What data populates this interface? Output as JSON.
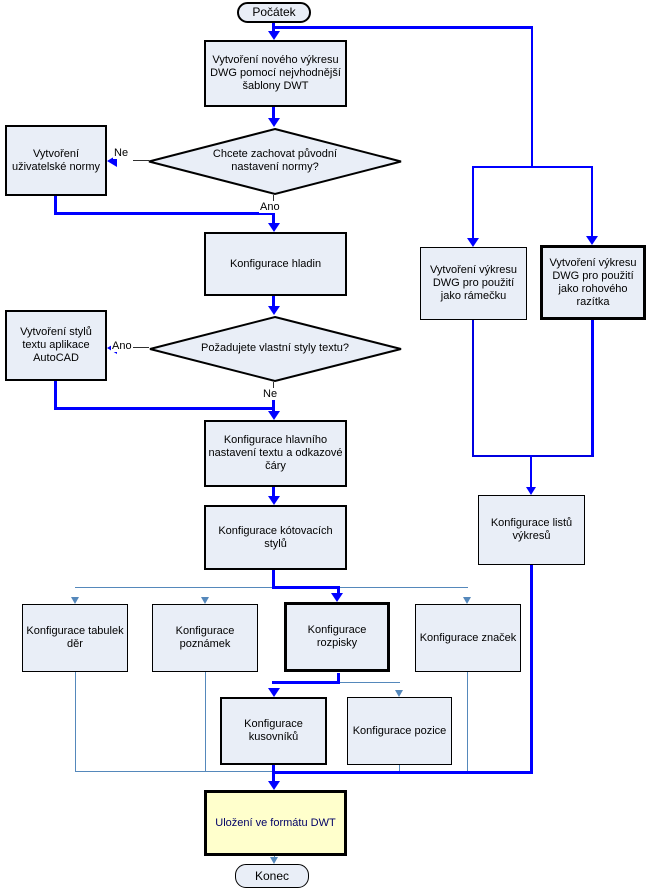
{
  "nodes": {
    "start": {
      "label": "Počátek",
      "type": "terminator"
    },
    "create_new_dwg": {
      "label": "Vytvoření nového výkresu DWG pomocí nejvhodnější šablony DWT",
      "type": "process"
    },
    "decision_keep_norm": {
      "label": "Chcete zachovat původní nastavení normy?",
      "type": "decision"
    },
    "create_user_norm": {
      "label": "Vytvoření uživatelské normy",
      "type": "process"
    },
    "config_layers": {
      "label": "Konfigurace hladin",
      "type": "process"
    },
    "decision_text_styles": {
      "label": "Požadujete vlastní styly textu?",
      "type": "decision"
    },
    "create_text_styles": {
      "label": "Vytvoření stylů textu aplikace AutoCAD",
      "type": "process"
    },
    "config_text_leader": {
      "label": "Konfigurace hlavního nastavení textu a odkazové čáry",
      "type": "process"
    },
    "config_dim_styles": {
      "label": "Konfigurace kótovacích stylů",
      "type": "process"
    },
    "create_dwg_frame": {
      "label": "Vytvoření výkresu DWG pro použití jako rámečku",
      "type": "process"
    },
    "create_dwg_stamp": {
      "label": "Vytvoření výkresu DWG pro použití jako rohového razítka",
      "type": "process"
    },
    "config_sheets": {
      "label": "Konfigurace listů výkresů",
      "type": "process"
    },
    "config_hole_tables": {
      "label": "Konfigurace tabulek děr",
      "type": "process"
    },
    "config_notes": {
      "label": "Konfigurace poznámek",
      "type": "process"
    },
    "config_parts_list": {
      "label": "Konfigurace rozpisky",
      "type": "process"
    },
    "config_symbols": {
      "label": "Konfigurace značek",
      "type": "process"
    },
    "config_bom": {
      "label": "Konfigurace kusovníků",
      "type": "process"
    },
    "config_position": {
      "label": "Konfigurace pozice",
      "type": "process"
    },
    "save_dwt": {
      "label": "Uložení ve formátu DWT",
      "type": "process-highlight"
    },
    "end": {
      "label": "Konec",
      "type": "terminator"
    }
  },
  "edge_labels": {
    "decision_norm_no": "Ne",
    "decision_norm_yes": "Ano",
    "decision_text_yes": "Ano",
    "decision_text_no": "Ne"
  },
  "colors": {
    "node_fill": "#E9EEF7",
    "save_fill": "#FFFFCC",
    "save_text": "#000066",
    "flow_bold": "#0000FF",
    "flow_light": "#5588BB",
    "stub": "#303030",
    "border": "#000000"
  }
}
